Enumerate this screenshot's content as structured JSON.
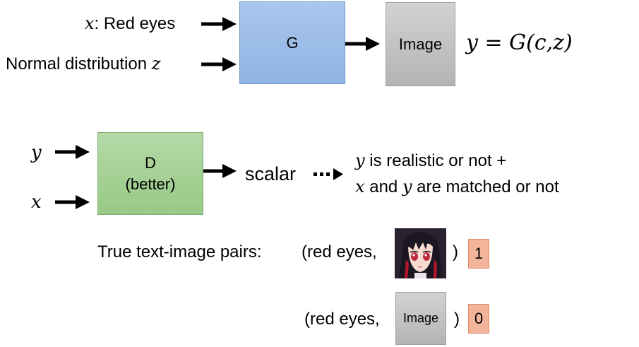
{
  "generator": {
    "input_x_var": "x",
    "input_x_label": ": Red eyes",
    "input_z_label": "Normal distribution ",
    "input_z_var": "z",
    "box_label": "G",
    "output_box_label": "Image",
    "equation": "y = G(c,z)"
  },
  "discriminator": {
    "input_y_var": "y",
    "input_x_var": "x",
    "box_line1": "D",
    "box_line2": "(better)",
    "output_label": "scalar",
    "desc1_var": "y",
    "desc1_text": " is realistic or not +",
    "desc2_var1": "x",
    "desc2_mid": " and ",
    "desc2_var2": "y",
    "desc2_end": " are matched or not"
  },
  "pairs": {
    "title": "True text-image pairs:",
    "pair1_open": "(red eyes,",
    "pair1_close": ")",
    "pair1_score": "1",
    "pair2_open": "(red eyes,",
    "pair2_image_label": "Image",
    "pair2_close": ")",
    "pair2_score": "0"
  },
  "colors": {
    "generator_box": "#a9c7ee",
    "image_box": "#c4c4c4",
    "discriminator_box": "#a8d29a",
    "score_box": "#f4b49b"
  }
}
